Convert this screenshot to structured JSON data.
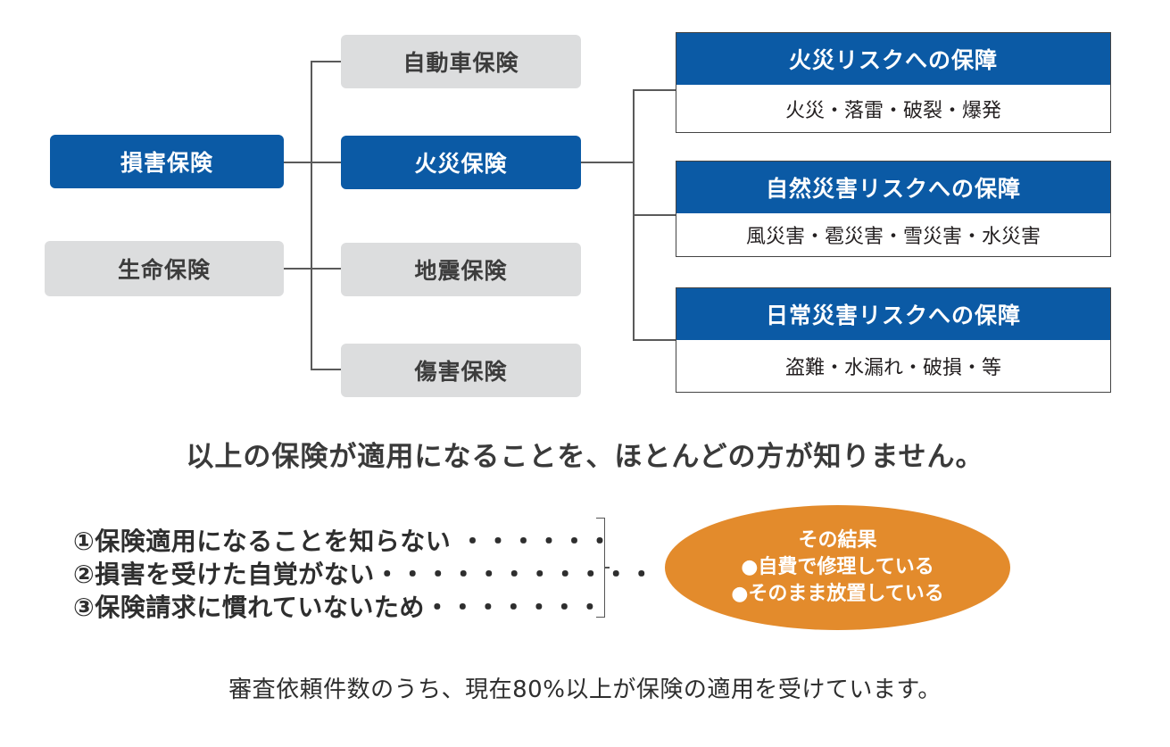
{
  "categories": {
    "non_life": "損害保険",
    "life": "生命保険"
  },
  "insurance_types": {
    "auto": "自動車保険",
    "fire": "火災保険",
    "earthquake": "地震保険",
    "injury": "傷害保険"
  },
  "coverage": [
    {
      "title": "火災リスクへの保障",
      "detail": "火災・落雷・破裂・爆発"
    },
    {
      "title": "自然災害リスクへの保障",
      "detail": "風災害・雹災害・雪災害・水災害"
    },
    {
      "title": "日常災害リスクへの保障",
      "detail": "盗難・水漏れ・破損・等"
    }
  ],
  "headline": "以上の保険が適用になることを、ほとんどの方が知りません。",
  "reasons": [
    "①保険適用になることを知らない ・・・・・・",
    "②損害を受けた自覚がない・・・・・・・・・・・",
    "③保険請求に慣れていないため・・・・・・・"
  ],
  "result": {
    "title": "その結果",
    "items": [
      "●自費で修理している",
      "●そのまま放置している"
    ]
  },
  "footer": "審査依頼件数のうち、現在80%以上が保険の適用を受けています。",
  "colors": {
    "blue": "#0b5aa5",
    "gray": "#dcddde",
    "orange": "#e38b2c"
  }
}
